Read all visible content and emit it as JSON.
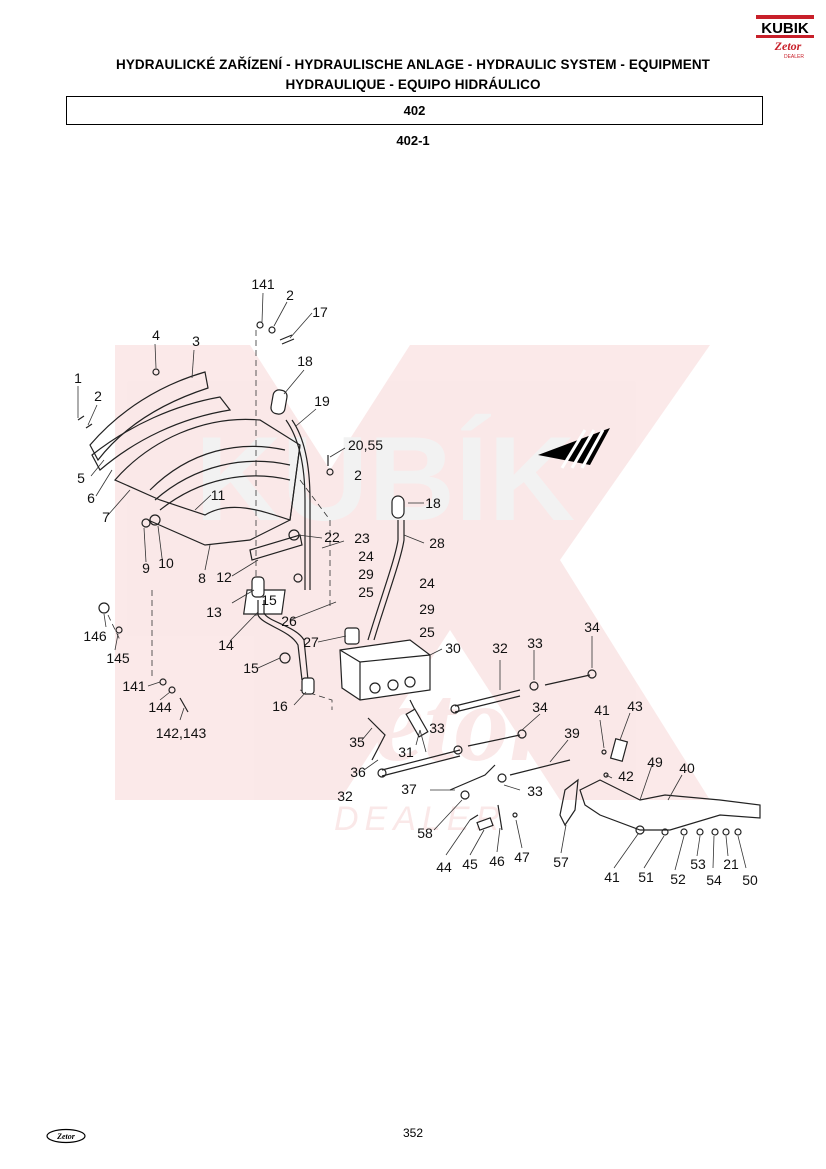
{
  "header": {
    "title_line1": "HYDRAULICKÉ ZAŘÍZENÍ - HYDRAULISCHE ANLAGE - HYDRAULIC SYSTEM - EQUIPMENT",
    "title_line2": "HYDRAULIQUE - EQUIPO HIDRÁULICO",
    "section": "402",
    "subsection": "402-1",
    "logo_text": "KUBIK",
    "logo_subtext": "Zetor",
    "logo_caption": "DEALER"
  },
  "watermark": {
    "text": "KUBÍK",
    "subtext": "Zetor",
    "caption": "DEALER"
  },
  "footer": {
    "page_number": "352",
    "logo_text": "Zetor"
  },
  "part_labels": [
    {
      "id": "lbl-141a",
      "text": "141"
    },
    {
      "id": "lbl-2a",
      "text": "2"
    },
    {
      "id": "lbl-17",
      "text": "17"
    },
    {
      "id": "lbl-4",
      "text": "4"
    },
    {
      "id": "lbl-3",
      "text": "3"
    },
    {
      "id": "lbl-1",
      "text": "1"
    },
    {
      "id": "lbl-2b",
      "text": "2"
    },
    {
      "id": "lbl-18a",
      "text": "18"
    },
    {
      "id": "lbl-19",
      "text": "19"
    },
    {
      "id": "lbl-20",
      "text": "20,55"
    },
    {
      "id": "lbl-2c",
      "text": "2"
    },
    {
      "id": "lbl-5",
      "text": "5"
    },
    {
      "id": "lbl-6",
      "text": "6"
    },
    {
      "id": "lbl-7",
      "text": "7"
    },
    {
      "id": "lbl-18b",
      "text": "18"
    },
    {
      "id": "lbl-28",
      "text": "28"
    },
    {
      "id": "lbl-22",
      "text": "22"
    },
    {
      "id": "lbl-23",
      "text": "23"
    },
    {
      "id": "lbl-24a",
      "text": "24"
    },
    {
      "id": "lbl-29a",
      "text": "29"
    },
    {
      "id": "lbl-25a",
      "text": "25"
    },
    {
      "id": "lbl-24b",
      "text": "24"
    },
    {
      "id": "lbl-29b",
      "text": "29"
    },
    {
      "id": "lbl-25b",
      "text": "25"
    },
    {
      "id": "lbl-11",
      "text": "11"
    },
    {
      "id": "lbl-9",
      "text": "9"
    },
    {
      "id": "lbl-10",
      "text": "10"
    },
    {
      "id": "lbl-8",
      "text": "8"
    },
    {
      "id": "lbl-12",
      "text": "12"
    },
    {
      "id": "lbl-13",
      "text": "13"
    },
    {
      "id": "lbl-15a",
      "text": "15"
    },
    {
      "id": "lbl-26",
      "text": "26"
    },
    {
      "id": "lbl-27",
      "text": "27"
    },
    {
      "id": "lbl-30",
      "text": "30"
    },
    {
      "id": "lbl-32a",
      "text": "32"
    },
    {
      "id": "lbl-33a",
      "text": "33"
    },
    {
      "id": "lbl-34a",
      "text": "34"
    },
    {
      "id": "lbl-146",
      "text": "146"
    },
    {
      "id": "lbl-145",
      "text": "145"
    },
    {
      "id": "lbl-14",
      "text": "14"
    },
    {
      "id": "lbl-15b",
      "text": "15"
    },
    {
      "id": "lbl-141b",
      "text": "141"
    },
    {
      "id": "lbl-144",
      "text": "144"
    },
    {
      "id": "lbl-16",
      "text": "16"
    },
    {
      "id": "lbl-142",
      "text": "142,143"
    },
    {
      "id": "lbl-34b",
      "text": "34"
    },
    {
      "id": "lbl-41a",
      "text": "41"
    },
    {
      "id": "lbl-43",
      "text": "43"
    },
    {
      "id": "lbl-35",
      "text": "35"
    },
    {
      "id": "lbl-33b",
      "text": "33"
    },
    {
      "id": "lbl-39",
      "text": "39"
    },
    {
      "id": "lbl-31",
      "text": "31"
    },
    {
      "id": "lbl-42",
      "text": "42"
    },
    {
      "id": "lbl-49",
      "text": "49"
    },
    {
      "id": "lbl-40",
      "text": "40"
    },
    {
      "id": "lbl-36",
      "text": "36"
    },
    {
      "id": "lbl-32b",
      "text": "32"
    },
    {
      "id": "lbl-37",
      "text": "37"
    },
    {
      "id": "lbl-33c",
      "text": "33"
    },
    {
      "id": "lbl-58",
      "text": "58"
    },
    {
      "id": "lbl-44",
      "text": "44"
    },
    {
      "id": "lbl-45",
      "text": "45"
    },
    {
      "id": "lbl-46",
      "text": "46"
    },
    {
      "id": "lbl-47",
      "text": "47"
    },
    {
      "id": "lbl-57",
      "text": "57"
    },
    {
      "id": "lbl-41b",
      "text": "41"
    },
    {
      "id": "lbl-51",
      "text": "51"
    },
    {
      "id": "lbl-52",
      "text": "52"
    },
    {
      "id": "lbl-53",
      "text": "53"
    },
    {
      "id": "lbl-54",
      "text": "54"
    },
    {
      "id": "lbl-21",
      "text": "21"
    },
    {
      "id": "lbl-50",
      "text": "50"
    }
  ]
}
